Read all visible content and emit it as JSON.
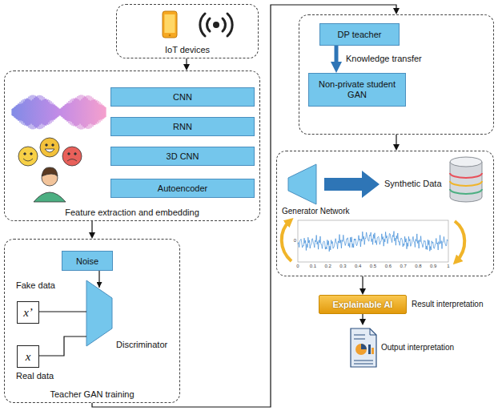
{
  "diagram": {
    "nodes": [
      {
        "text": [
          "IoT devices"
        ]
      },
      {
        "text": [
          "Feature extraction and embedding"
        ]
      },
      {
        "text": [
          "CNN"
        ],
        "in": 1
      },
      {
        "text": [
          "RNN"
        ],
        "in": 1
      },
      {
        "text": [
          "3D CNN"
        ],
        "in": 1
      },
      {
        "text": [
          "Autoencoder"
        ],
        "in": 1
      },
      {
        "text": [
          "Teacher GAN training"
        ]
      },
      {
        "text": [
          "Noise"
        ],
        "in": 6
      },
      {
        "text": [
          "x’"
        ],
        "in": 6
      },
      {
        "text": [
          "x"
        ],
        "in": 6
      },
      {
        "text": []
      },
      {
        "text": [
          "DP teacher"
        ],
        "in": 10
      },
      {
        "text": [
          "Non-private student GAN"
        ],
        "in": 10
      },
      {
        "text": []
      },
      {
        "text": [
          "Explainable AI"
        ]
      },
      {
        "text": [
          "Output interpretation"
        ]
      }
    ],
    "edges": [
      {
        "from": 0,
        "to": 1,
        "arrow": "to"
      },
      {
        "from": 1,
        "to": 6,
        "arrow": "to"
      },
      {
        "from": 6,
        "to": 10,
        "arrow": "to"
      },
      {
        "from": 11,
        "to": 12,
        "label": "Knowledge transfer",
        "arrow": "to"
      },
      {
        "from": 10,
        "to": 13,
        "arrow": "to"
      },
      {
        "from": 13,
        "to": 14,
        "arrow": "to"
      },
      {
        "from": 14,
        "to": 15,
        "arrow": "to"
      }
    ],
    "labels": [
      "Fake data",
      "Real data",
      "Discriminator",
      "Generator Network",
      "Synthetic Data",
      "Result interpretation",
      "0",
      "0.1",
      "0.2",
      "0.3",
      "0.4",
      "0.5",
      "0.6",
      "0.7",
      "0.8",
      "0.9",
      "1",
      "0"
    ]
  }
}
